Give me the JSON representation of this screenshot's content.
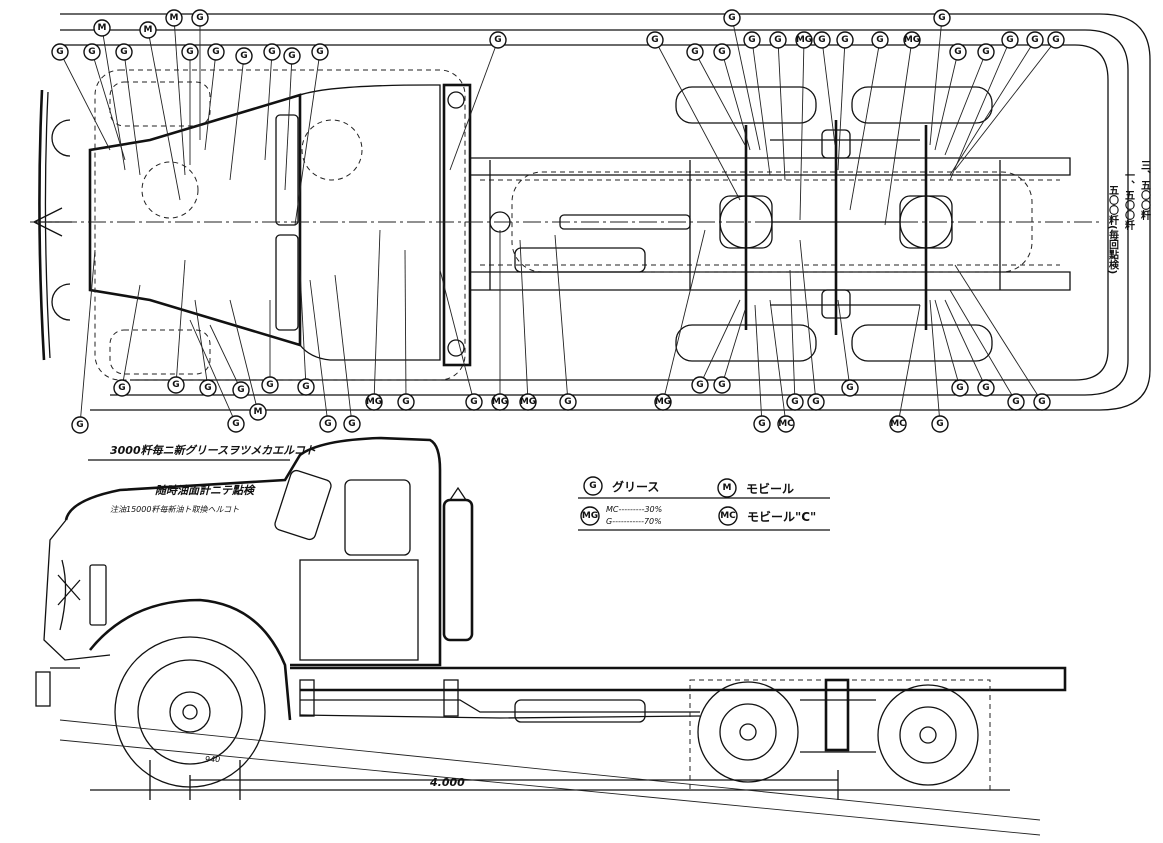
{
  "notes": {
    "grease_interval": "3000粁毎ニ新グリースヲツメカエルコト",
    "oil_check": "随時油面計ニテ點検",
    "break_in_note": "注油15000粁毎新油ト取換ヘルコト"
  },
  "legend": {
    "grease_symbol": "G",
    "grease_label": "グリース",
    "mobil_symbol": "M",
    "mobil_label": "モビール",
    "mix_symbol": "MG",
    "mix_mc_line": "MC---------30%",
    "mix_g_line": "G-----------70%",
    "mobil_c_symbol": "MC",
    "mobil_c_label": "モビール\"C\""
  },
  "side_note": {
    "col1": "三、五〇〇粁",
    "col2": "一、五〇〇粁",
    "col3": "五〇〇粁(毎回點検)"
  },
  "dimensions": {
    "wheelbase": "4.000",
    "front_overhang": "940"
  },
  "bubbles": {
    "g": "G",
    "m": "M",
    "mg": "MG",
    "mc": "MC"
  },
  "colors": {
    "ink": "#111111",
    "paper": "#ffffff"
  }
}
